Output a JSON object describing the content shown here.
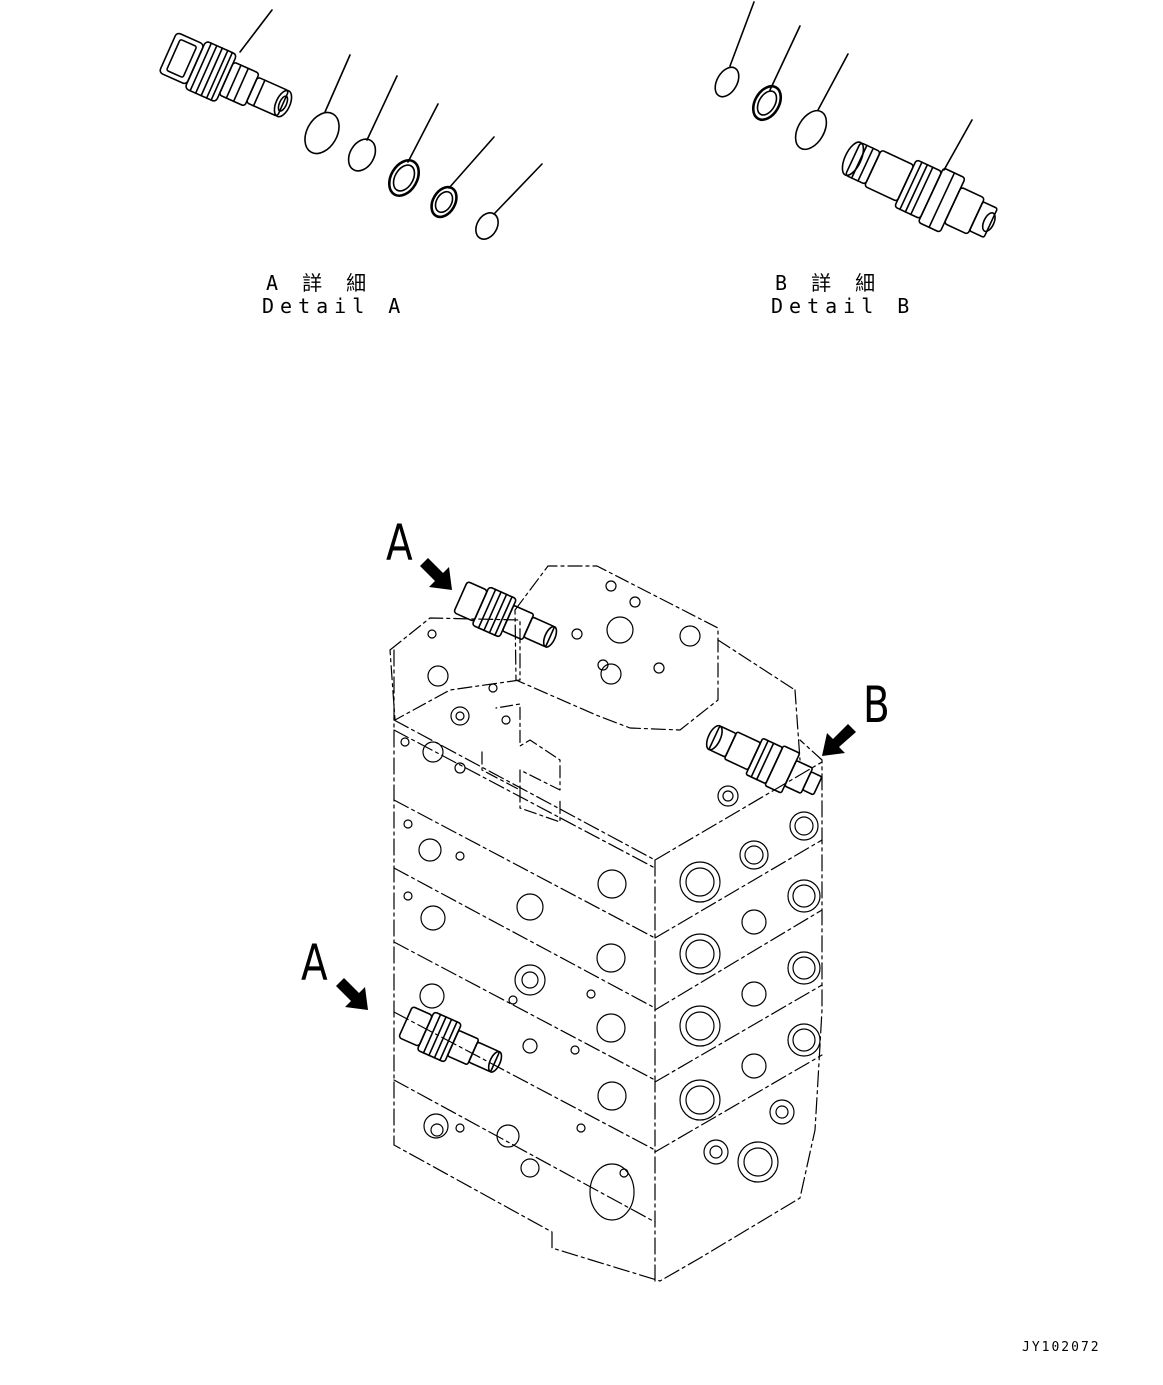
{
  "detail_a": {
    "jp": "A 詳 細",
    "en": "Detail A"
  },
  "detail_b": {
    "jp": "B 詳 細",
    "en": "Detail B"
  },
  "callouts": {
    "a_top": "A",
    "b_right": "B",
    "a_bottom": "A"
  },
  "drawing_code": "JY102072"
}
